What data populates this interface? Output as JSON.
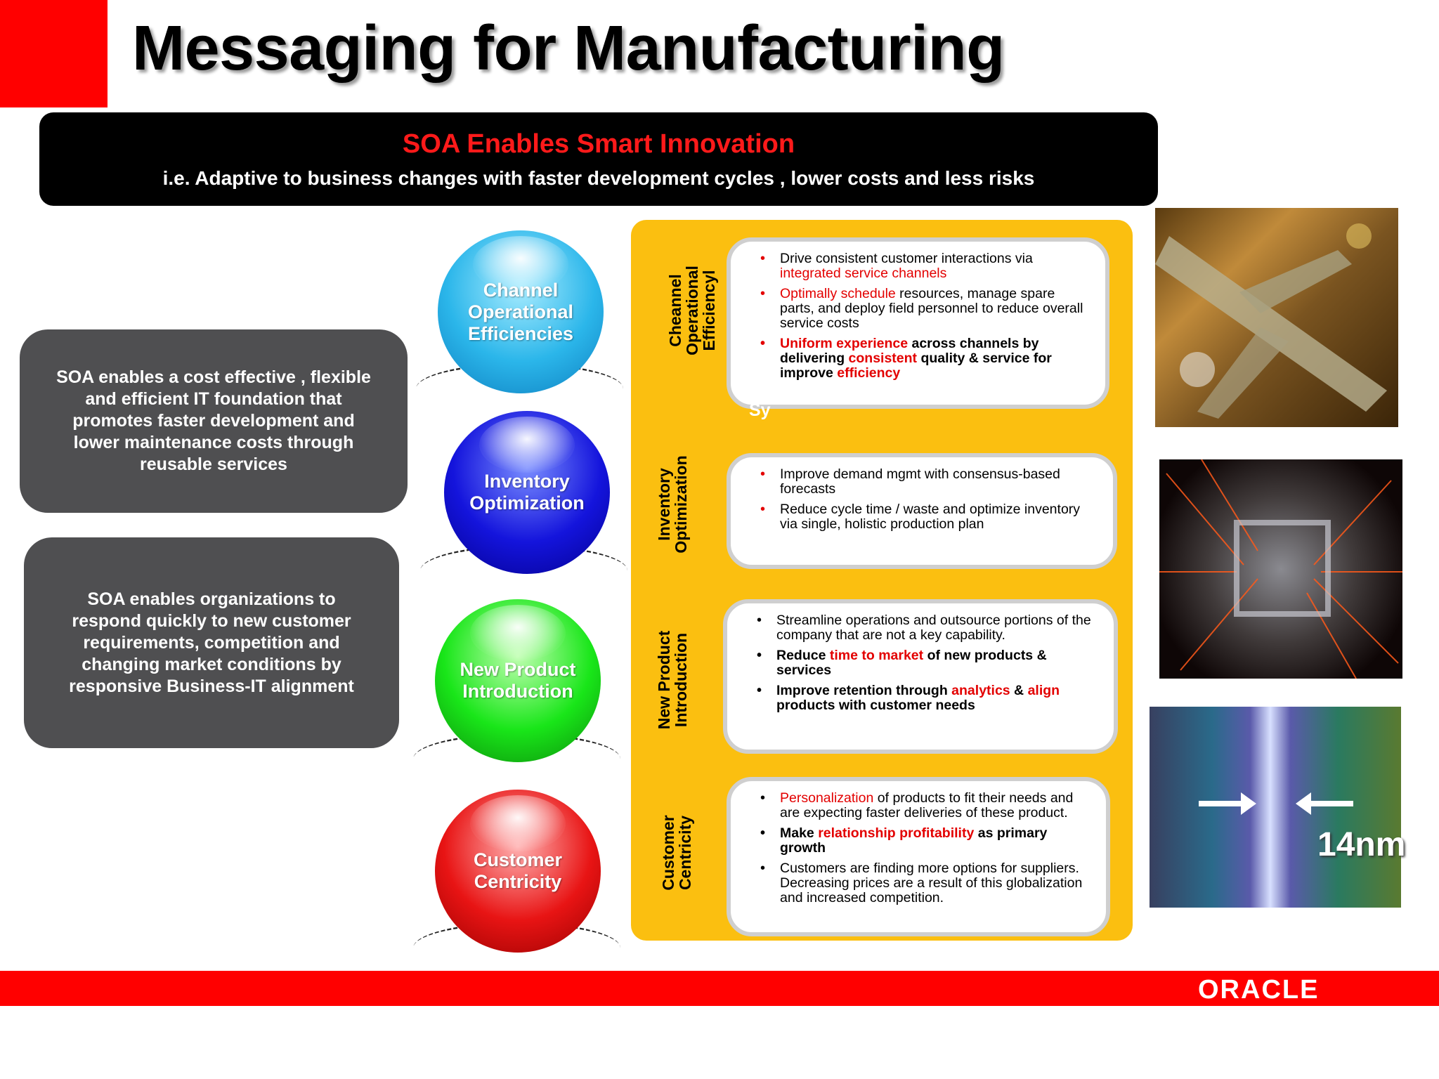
{
  "title": "Messaging for Manufacturing",
  "banner": {
    "title": "SOA Enables Smart Innovation",
    "subtitle": "i.e. Adaptive to business changes with faster development cycles , lower costs and less risks"
  },
  "left_boxes": [
    "SOA enables a cost effective , flexible and efficient IT foundation that promotes faster development and lower maintenance costs through reusable services",
    "SOA  enables organizations to respond quickly to new customer requirements, competition and changing market conditions by responsive Business-IT alignment"
  ],
  "spheres": [
    {
      "label": "Channel Operational Efficiencies",
      "color": "#2bb6ea"
    },
    {
      "label": "Inventory Optimization",
      "color": "#1414dc"
    },
    {
      "label": "New Product Introduction",
      "color": "#19e619"
    },
    {
      "label": "Customer Centricity",
      "color": "#e81414"
    }
  ],
  "vertical_labels": [
    "Cheannel Operational Efficiencyl",
    "Inventory Optimization",
    "New Product Introduction",
    "Customer Centricity"
  ],
  "cards": {
    "card1": {
      "b1_a": "Drive consistent customer interactions via ",
      "b1_b": "integrated service channels",
      "b2_a": "Optimally schedule",
      "b2_b": " resources, manage spare parts, and deploy field personnel to reduce overall service costs",
      "b3_a": "Uniform experience",
      "b3_b": " across channels by delivering ",
      "b3_c": "consistent",
      "b3_d": " quality & service for improve ",
      "b3_e": "efficiency"
    },
    "card2": {
      "b1": "Improve demand mgmt with consensus-based forecasts",
      "b2": "Reduce cycle time / waste and optimize inventory via single, holistic production plan"
    },
    "card3": {
      "b1": "Streamline operations and outsource portions of the company that are not a key capability.",
      "b2_a": "Reduce ",
      "b2_b": "time to market",
      "b2_c": " of new products & services",
      "b3_a": "Improve retention through ",
      "b3_b": "analytics",
      "b3_c": " & ",
      "b3_d": "align",
      "b3_e": " products with customer needs"
    },
    "card4": {
      "b1_a": "Personalization",
      "b1_b": " of  products to fit their needs and are expecting faster deliveries of these product.",
      "b2_a": "Make ",
      "b2_b": "relationship profitability",
      "b2_c": " as primary growth",
      "b3": "Customers are finding more options for suppliers. Decreasing prices are a result of this globalization and increased competition."
    }
  },
  "overflow_text": "Sy",
  "image_label": "14nm",
  "logo": "ORACLE",
  "colors": {
    "brand_red": "#ff0000",
    "accent_red": "#e30000",
    "panel_orange": "#fbbf10",
    "grey_box": "#4f4f51"
  }
}
